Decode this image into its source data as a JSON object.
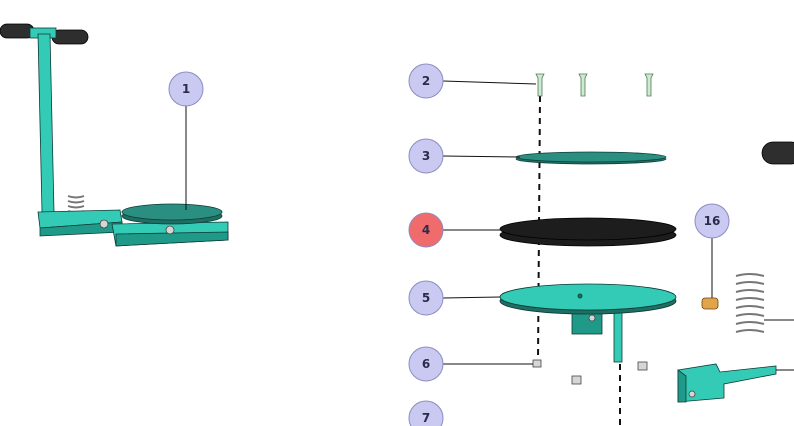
{
  "callouts": [
    {
      "id": "1",
      "label": "1",
      "color": "#c9c9f2",
      "highlighted": false
    },
    {
      "id": "2",
      "label": "2",
      "color": "#c9c9f2",
      "highlighted": false
    },
    {
      "id": "3",
      "label": "3",
      "color": "#c9c9f2",
      "highlighted": false
    },
    {
      "id": "4",
      "label": "4",
      "color": "#f06b6b",
      "highlighted": true
    },
    {
      "id": "5",
      "label": "5",
      "color": "#c9c9f2",
      "highlighted": false
    },
    {
      "id": "6",
      "label": "6",
      "color": "#c9c9f2",
      "highlighted": false
    },
    {
      "id": "7",
      "label": "7",
      "color": "#c9c9f2",
      "highlighted": false
    },
    {
      "id": "16",
      "label": "16",
      "color": "#c9c9f2",
      "highlighted": false
    }
  ],
  "colors": {
    "part_teal": "#34cbb6",
    "part_black": "#1d1d1d",
    "callout_default": "#c9c9f2",
    "callout_highlight": "#f06b6b",
    "bushing": "#e0a44a"
  }
}
